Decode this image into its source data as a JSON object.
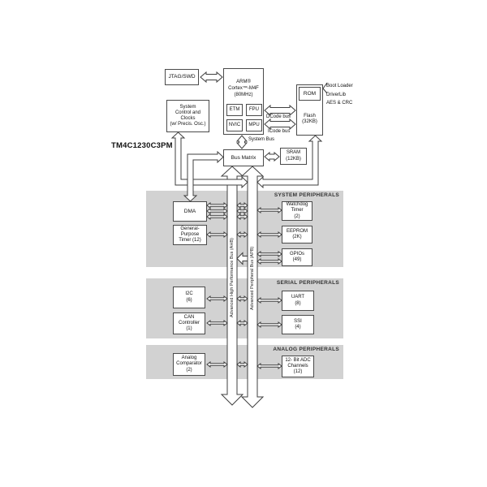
{
  "diagram": {
    "chip_label": "TM4C1230C3PM",
    "top": {
      "jtag": "JTAG/SWD",
      "core": {
        "title": "ARM®\nCortex™-M4F\n(80MHz)",
        "units": {
          "etm": "ETM",
          "fpu": "FPU",
          "nvic": "NVIC",
          "mpu": "MPU"
        }
      },
      "sysctl": "System\nControl and\nClocks\n(w/ Precis. Osc.)",
      "rom": "ROM",
      "rom_notes": "Boot Loader\nDriverLib\nAES & CRC",
      "flash": "Flash\n(32KB)",
      "sram": "SRAM\n(12KB)",
      "bus_matrix": "Bus Matrix"
    },
    "bus_labels": {
      "system_bus": "System Bus",
      "dcode": "DCode bus",
      "icode": "ICode bus",
      "ahb": "Advanced High Performance Bus (AHB)",
      "apb": "Advanced Peripheral Bus (APB)"
    },
    "sections": {
      "system": {
        "label": "SYSTEM PERIPHERALS",
        "dma": "DMA",
        "gptimer": "General-\nPurpose\nTimer (12)",
        "watchdog": "Watchdog\nTimer\n(2)",
        "eeprom": "EEPROM\n(2K)",
        "gpio": "GPIOs\n(49)"
      },
      "serial": {
        "label": "SERIAL PERIPHERALS",
        "i2c": "I2C\n(6)",
        "can": "CAN\nController\n(1)",
        "uart": "UART\n(8)",
        "ssi": "SSI\n(4)"
      },
      "analog": {
        "label": "ANALOG PERIPHERALS",
        "acmp": "Analog\nComparator\n(2)",
        "adc": "12- Bit ADC\nChannels\n(12)"
      }
    }
  }
}
